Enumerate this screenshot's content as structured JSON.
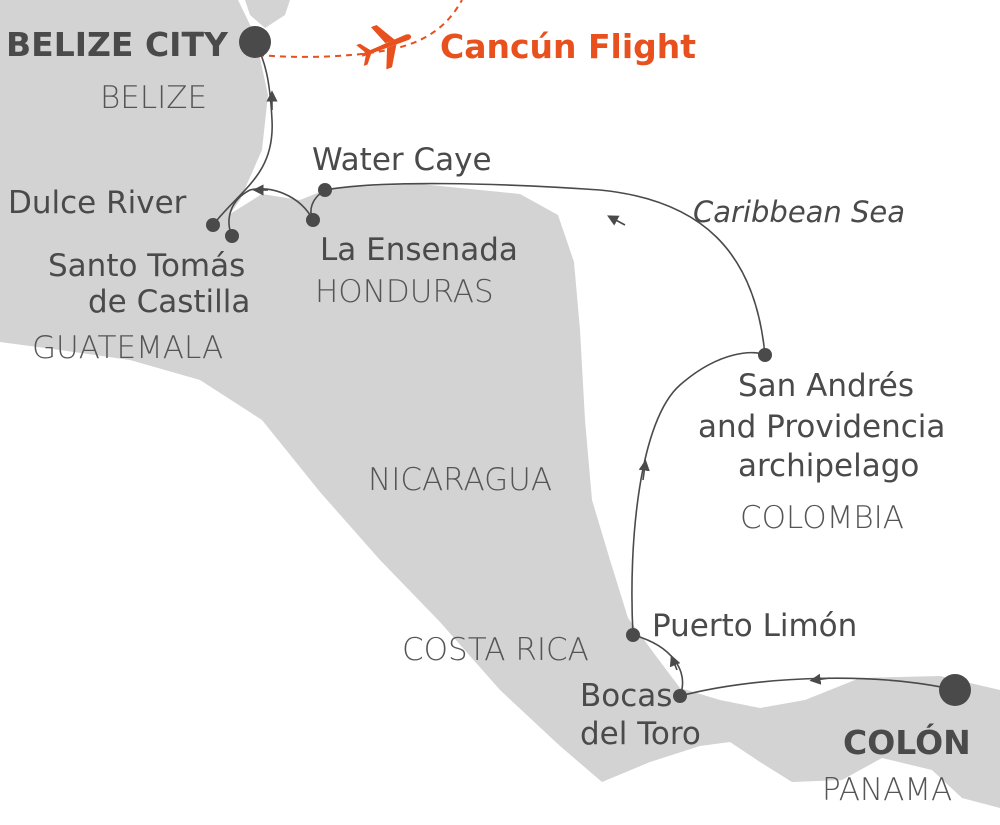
{
  "map": {
    "colors": {
      "land": "#d3d3d3",
      "sea": "#ffffff",
      "route": "#4a4a4a",
      "port": "#4a4a4a",
      "flight": "#e8501e"
    },
    "flight_label": "Cancún Flight",
    "flight_icon": "airplane-icon",
    "sea_label": "Caribbean Sea",
    "ports": {
      "belize_city": "BELIZE CITY",
      "water_caye": "Water Caye",
      "dulce_river": "Dulce River",
      "santo_tomas_1": "Santo Tomás",
      "santo_tomas_2": "de Castilla",
      "la_ensenada": "La Ensenada",
      "san_andres_1": "San Andrés",
      "san_andres_2": "and Providencia",
      "san_andres_3": "archipelago",
      "puerto_limon": "Puerto Limón",
      "bocas_1": "Bocas",
      "bocas_2": "del Toro",
      "colon": "COLÓN"
    },
    "countries": {
      "belize": "BELIZE",
      "honduras": "HONDURAS",
      "guatemala": "GUATEMALA",
      "nicaragua": "NICARAGUA",
      "colombia": "COLOMBIA",
      "costa_rica": "COSTA RICA",
      "panama": "PANAMA"
    }
  }
}
